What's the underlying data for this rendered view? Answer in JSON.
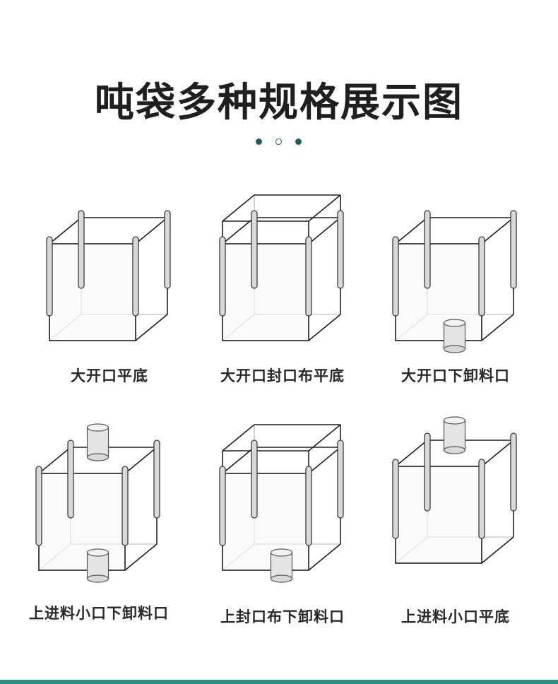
{
  "title": "吨袋多种规格展示图",
  "accent_color": "#1f5f5a",
  "bottom_bar_color": "#2f8f85",
  "bags": [
    {
      "label": "大开口平底",
      "top": "open",
      "bottom": "flat"
    },
    {
      "label": "大开口封口布平底",
      "top": "skirt",
      "bottom": "flat"
    },
    {
      "label": "大开口下卸料口",
      "top": "open",
      "bottom": "spout"
    },
    {
      "label": "上进料小口下卸料口",
      "top": "spout",
      "bottom": "spout"
    },
    {
      "label": "上封口布下卸料口",
      "top": "skirt",
      "bottom": "spout"
    },
    {
      "label": "上进料小口平底",
      "top": "spout",
      "bottom": "flat"
    }
  ]
}
